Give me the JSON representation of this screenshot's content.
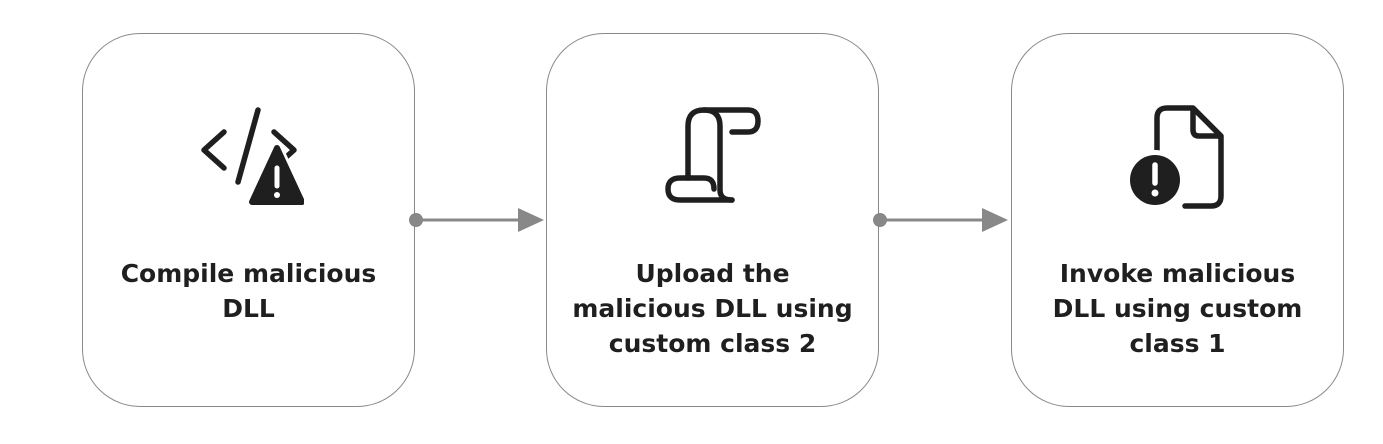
{
  "diagram": {
    "type": "flowchart",
    "steps": [
      {
        "icon": "code-warning-icon",
        "label": "Compile malicious DLL"
      },
      {
        "icon": "scroll-icon",
        "label": "Upload the malicious DLL using custom class 2"
      },
      {
        "icon": "document-error-icon",
        "label": "Invoke malicious DLL using custom class 1"
      }
    ],
    "connectors": [
      {
        "from": 0,
        "to": 1
      },
      {
        "from": 1,
        "to": 2
      }
    ],
    "colors": {
      "card_border": "#8a8a8a",
      "connector": "#888888",
      "icon": "#1f1f1f",
      "text": "#1f1f1f"
    }
  }
}
